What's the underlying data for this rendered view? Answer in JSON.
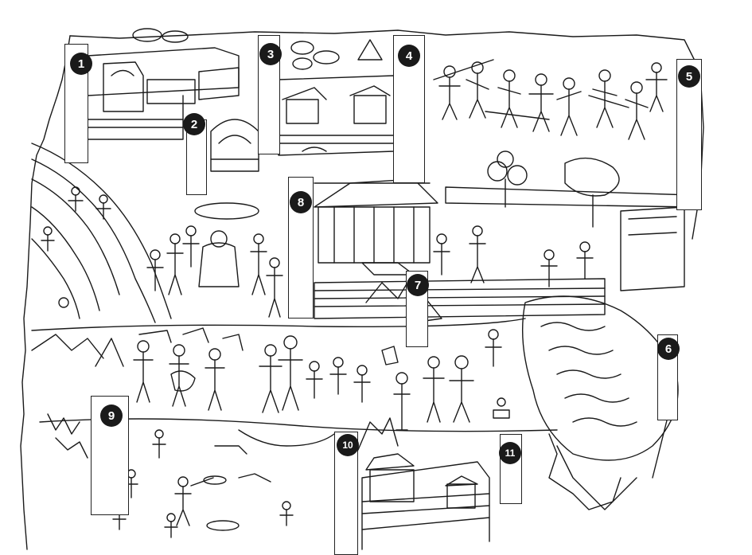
{
  "markers": [
    {
      "id": "1",
      "label": "1"
    },
    {
      "id": "2",
      "label": "2"
    },
    {
      "id": "3",
      "label": "3"
    },
    {
      "id": "4",
      "label": "4"
    },
    {
      "id": "5",
      "label": "5"
    },
    {
      "id": "6",
      "label": "6"
    },
    {
      "id": "7",
      "label": "7"
    },
    {
      "id": "8",
      "label": "8"
    },
    {
      "id": "9",
      "label": "9"
    },
    {
      "id": "10",
      "label": "10"
    },
    {
      "id": "11",
      "label": "11"
    }
  ],
  "colors": {
    "ink": "#1a1a1a",
    "paper": "#ffffff"
  }
}
